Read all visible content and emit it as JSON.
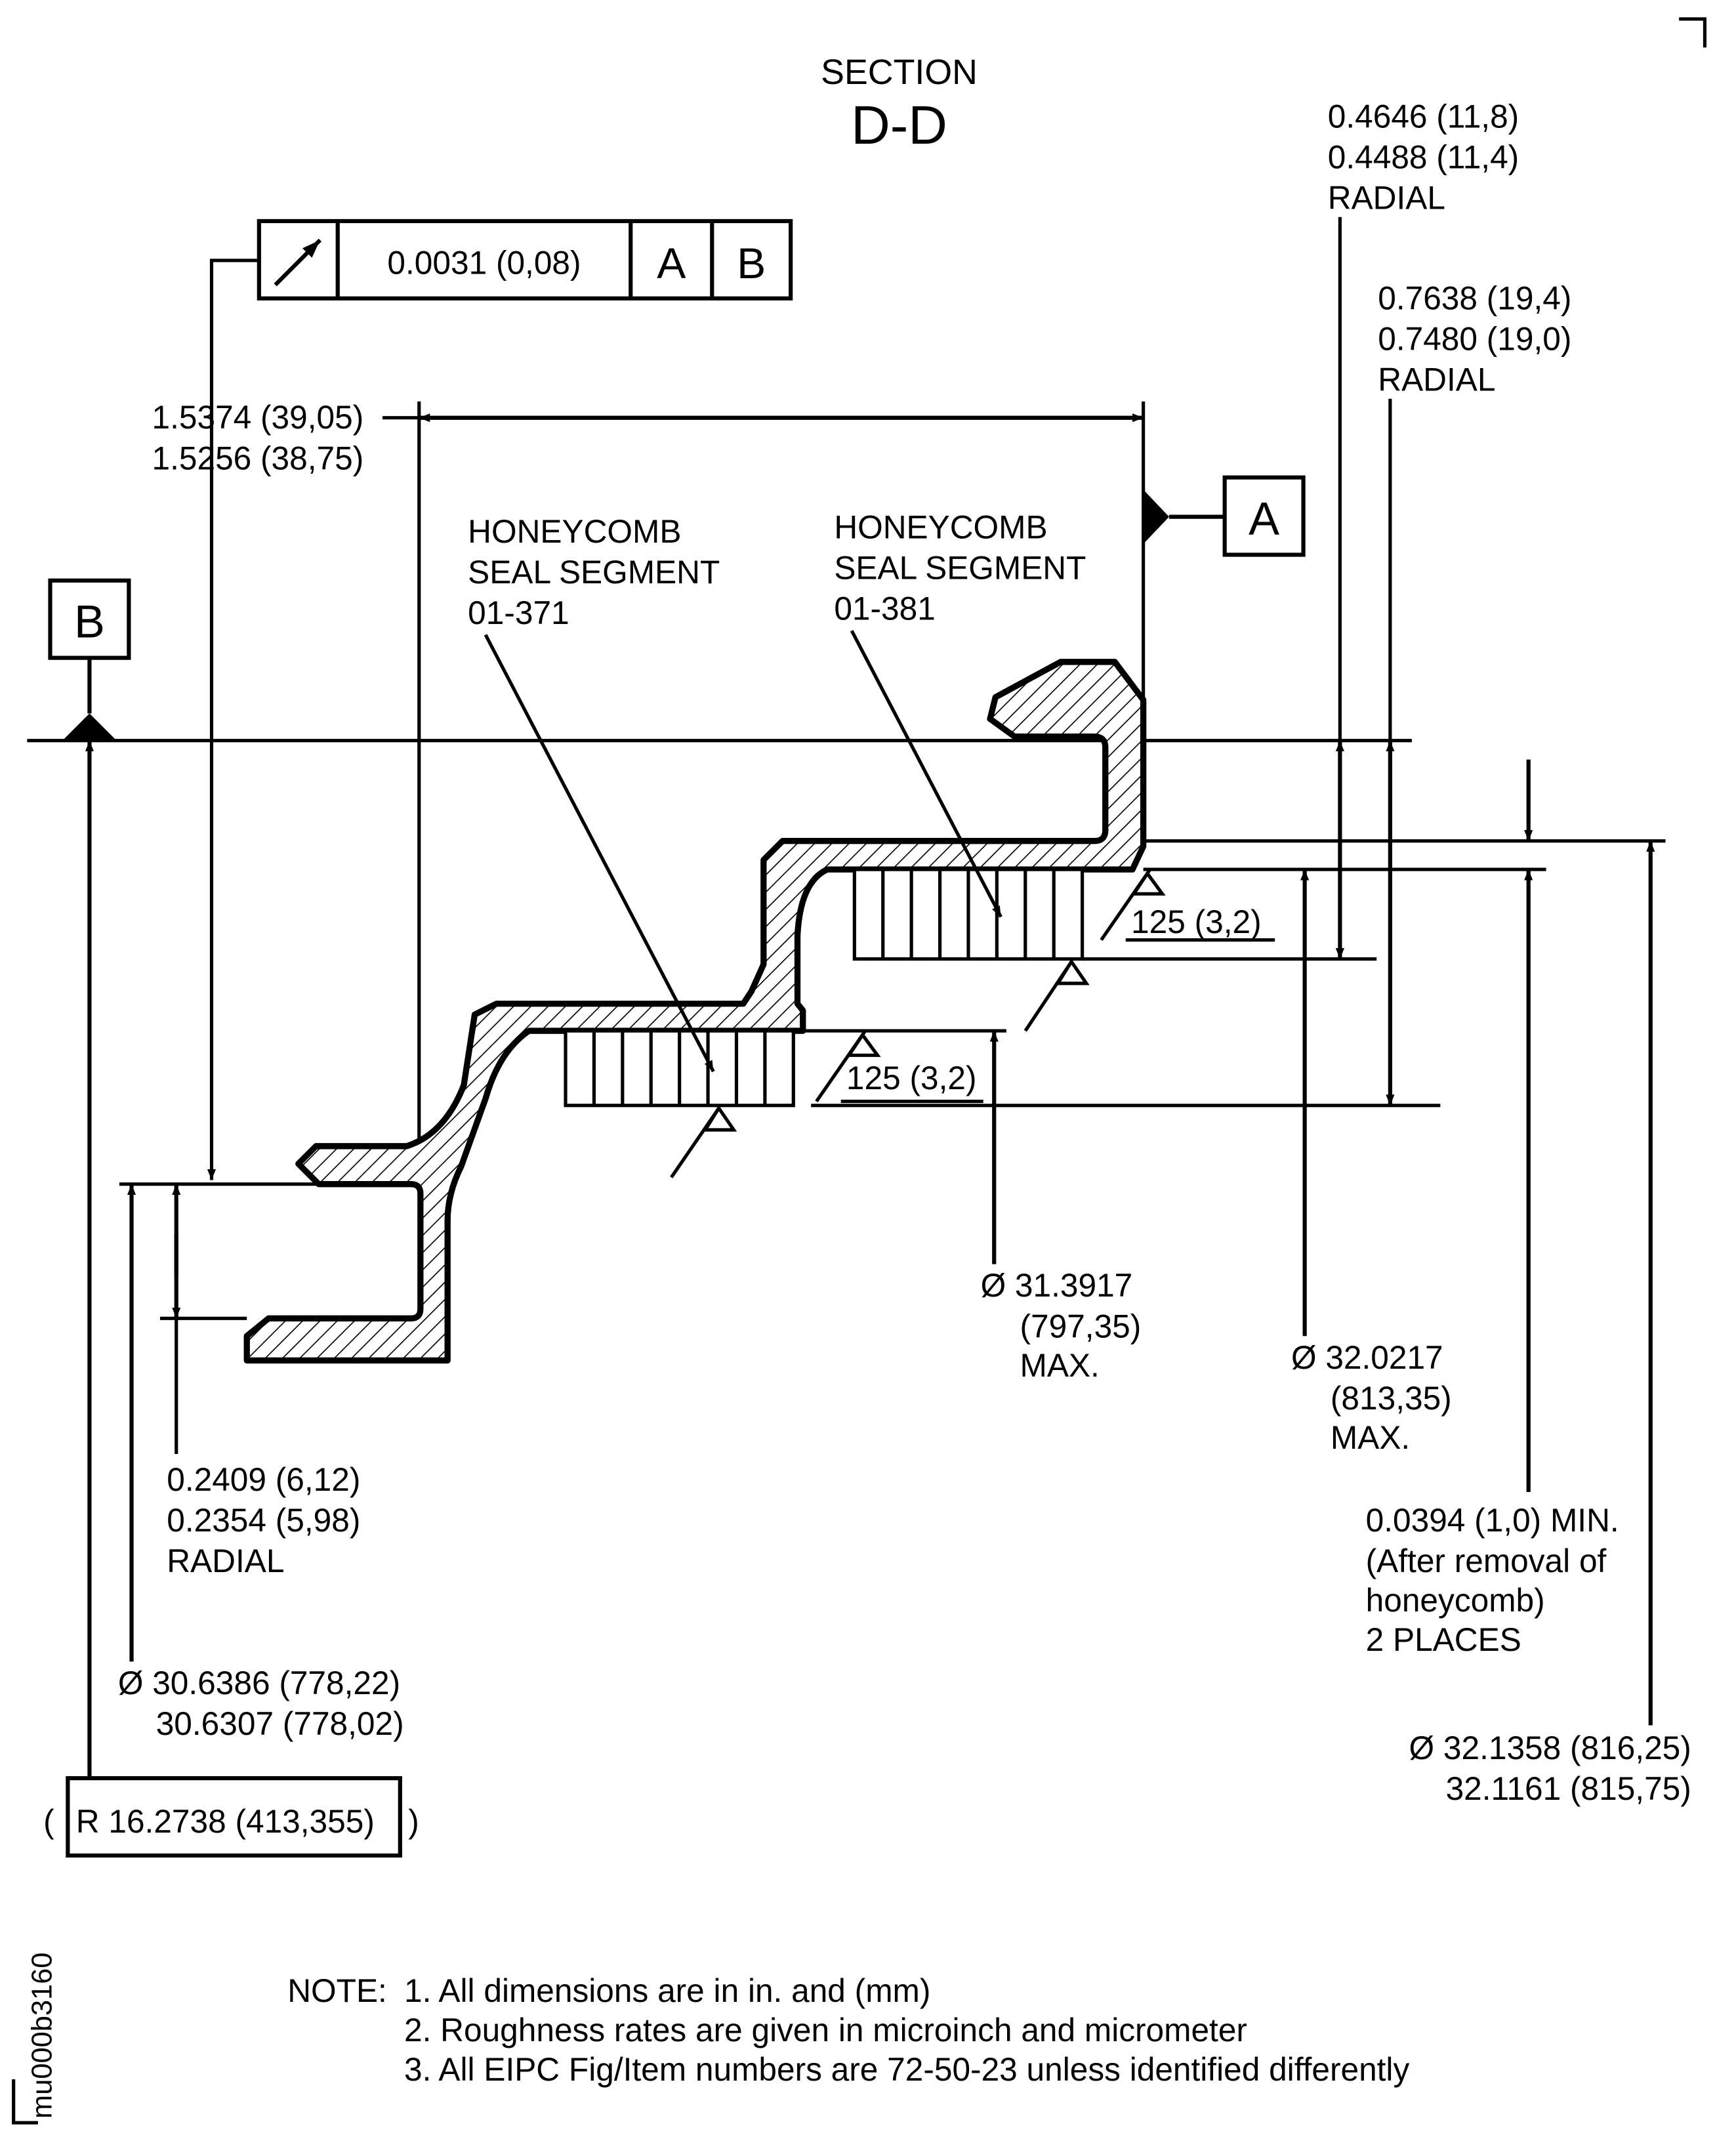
{
  "section": {
    "label": "SECTION",
    "name": "D-D"
  },
  "control_frame": {
    "tolerance": "0.0031 (0,08)",
    "datum1": "A",
    "datum2": "B"
  },
  "datum_a": "A",
  "datum_b": "B",
  "dims": {
    "axial_width": {
      "line1": "1.5374 (39,05)",
      "line2": "1.5256 (38,75)"
    },
    "radial_1": {
      "line1": "0.4646 (11,8)",
      "line2": "0.4488 (11,4)",
      "line3": "RADIAL"
    },
    "radial_2": {
      "line1": "0.7638 (19,4)",
      "line2": "0.7480 (19,0)",
      "line3": "RADIAL"
    },
    "radial_3": {
      "line1": "0.2409 (6,12)",
      "line2": "0.2354 (5,98)",
      "line3": "RADIAL"
    },
    "dia_31": {
      "line1": "Ø 31.3917",
      "line2": "(797,35)",
      "line3": "MAX."
    },
    "dia_32a": {
      "line1": "Ø 32.0217",
      "line2": "(813,35)",
      "line3": "MAX."
    },
    "min_gap": {
      "line1": "0.0394 (1,0) MIN.",
      "line2": "(After removal of",
      "line3": "honeycomb)",
      "line4": "2 PLACES"
    },
    "dia_30": {
      "line1": "Ø 30.6386 (778,22)",
      "line2": "30.6307 (778,02)"
    },
    "dia_32b": {
      "line1": "Ø 32.1358 (816,25)",
      "line2": "32.1161 (815,75)"
    },
    "radius": {
      "open": "(",
      "value": "R 16.2738 (413,355)",
      "close": ")"
    }
  },
  "seals": [
    {
      "line1": "HONEYCOMB",
      "line2": "SEAL SEGMENT",
      "line3": "01-371"
    },
    {
      "line1": "HONEYCOMB",
      "line2": "SEAL SEGMENT",
      "line3": "01-381"
    }
  ],
  "roughness": [
    "125 (3,2)",
    "125 (3,2)"
  ],
  "notes": {
    "prefix": "NOTE:",
    "items": [
      "1. All dimensions are in in. and (mm)",
      "2. Roughness rates are given in microinch and micrometer",
      "3. All EIPC Fig/Item numbers are 72-50-23 unless identified differently"
    ]
  },
  "drawing_id": "mu000b3160"
}
